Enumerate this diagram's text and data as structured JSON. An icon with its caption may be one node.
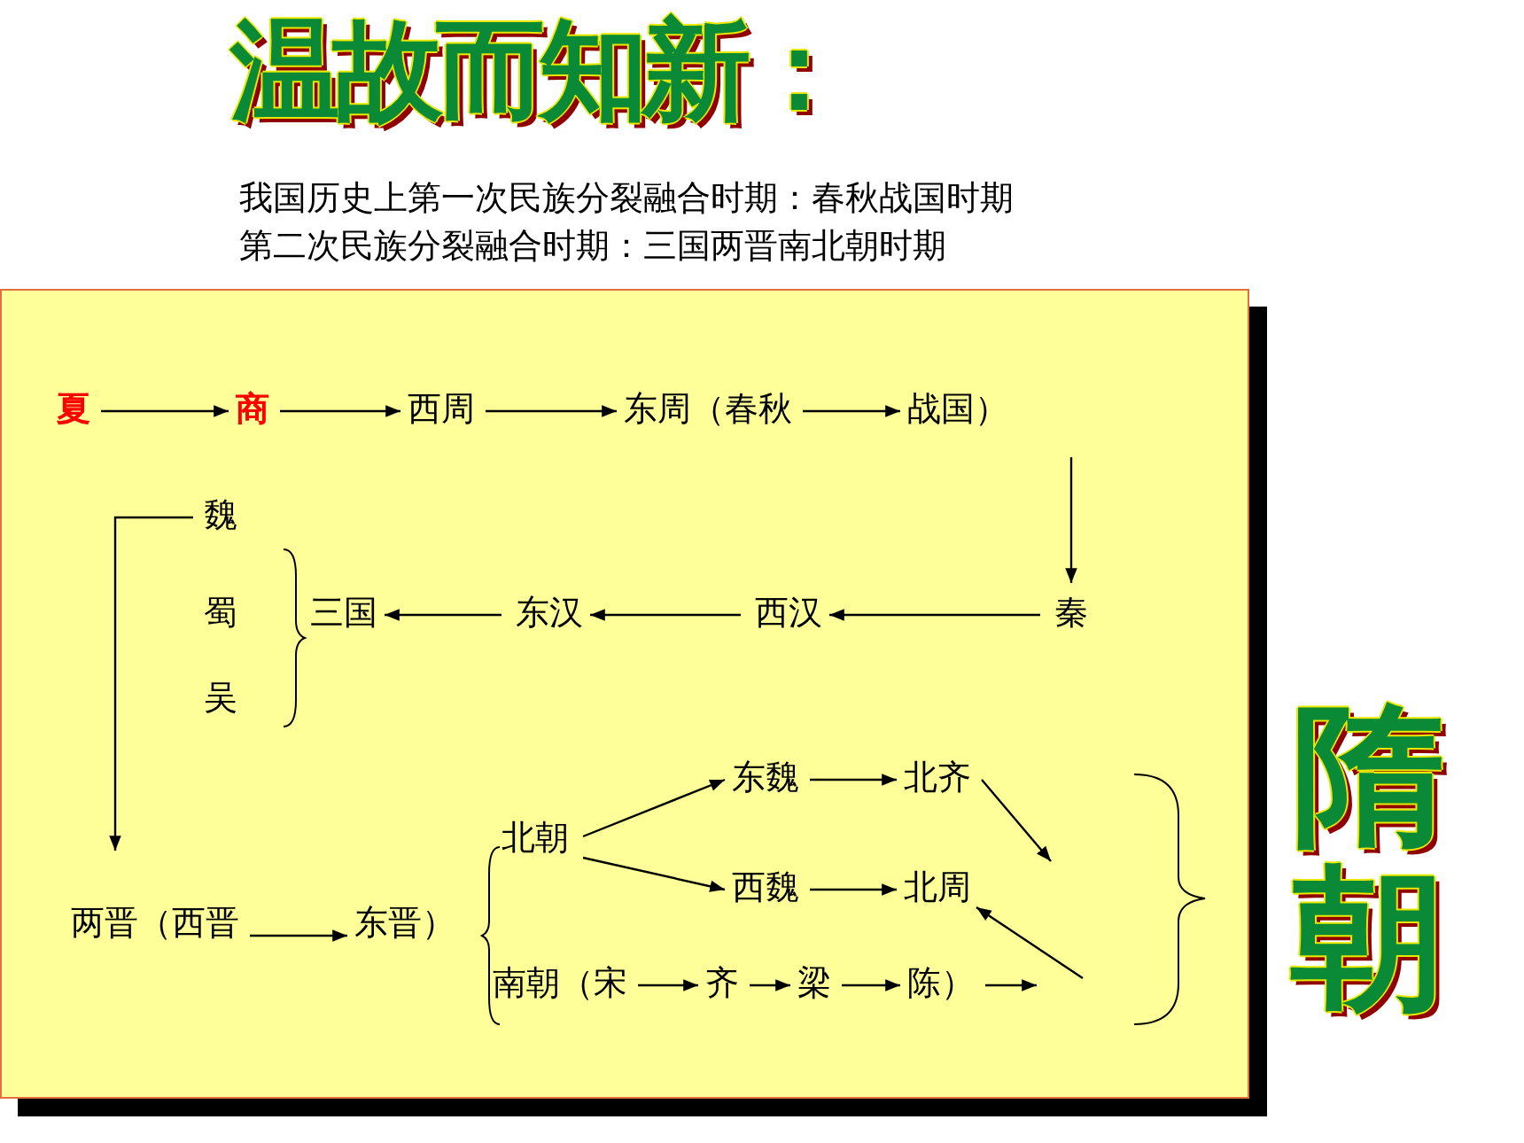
{
  "diagram": {
    "title": "温故而知新：",
    "nodes": [
      {
        "text": [
          "夏"
        ]
      },
      {
        "text": [
          "商"
        ]
      },
      {
        "text": [
          "西周"
        ]
      },
      {
        "text": [
          "东周（春秋"
        ]
      },
      {
        "text": [
          "战国）"
        ]
      },
      {
        "text": [
          "秦"
        ]
      },
      {
        "text": [
          "西汉"
        ]
      },
      {
        "text": [
          "东汉"
        ]
      },
      {
        "text": [
          "三国"
        ]
      },
      {
        "text": [
          "魏"
        ]
      },
      {
        "text": [
          "蜀"
        ]
      },
      {
        "text": [
          "吴"
        ]
      },
      {
        "text": [
          "两晋（西晋"
        ]
      },
      {
        "text": [
          "东晋）"
        ]
      },
      {
        "text": [
          "北朝"
        ]
      },
      {
        "text": [
          "东魏"
        ]
      },
      {
        "text": [
          "北齐"
        ]
      },
      {
        "text": [
          "西魏"
        ]
      },
      {
        "text": [
          "北周"
        ]
      },
      {
        "text": [
          "南朝（宋"
        ]
      },
      {
        "text": [
          "齐"
        ]
      },
      {
        "text": [
          "梁"
        ]
      },
      {
        "text": [
          "陈）"
        ]
      },
      {
        "text": [
          "隋朝"
        ]
      }
    ],
    "edges": [
      {
        "from": 0,
        "to": 1,
        "arrow": "to"
      },
      {
        "from": 1,
        "to": 2,
        "arrow": "to"
      },
      {
        "from": 2,
        "to": 3,
        "arrow": "to"
      },
      {
        "from": 3,
        "to": 4,
        "arrow": "to"
      },
      {
        "from": 4,
        "to": 5,
        "arrow": "to"
      },
      {
        "from": 5,
        "to": 6,
        "arrow": "to"
      },
      {
        "from": 6,
        "to": 7,
        "arrow": "to"
      },
      {
        "from": 7,
        "to": 8,
        "arrow": "to"
      },
      {
        "from": 9,
        "to": 12,
        "arrow": "to"
      },
      {
        "from": 12,
        "to": 13,
        "arrow": "to"
      },
      {
        "from": 14,
        "to": 15,
        "arrow": "to"
      },
      {
        "from": 14,
        "to": 17,
        "arrow": "to"
      },
      {
        "from": 15,
        "to": 16,
        "arrow": "to"
      },
      {
        "from": 17,
        "to": 18,
        "arrow": "to"
      },
      {
        "from": 19,
        "to": 20,
        "arrow": "to"
      },
      {
        "from": 20,
        "to": 21,
        "arrow": "to"
      },
      {
        "from": 21,
        "to": 22,
        "arrow": "to"
      },
      {
        "from": 22,
        "to": null,
        "arrow": "to"
      },
      {
        "from": 16,
        "to": null,
        "arrow": "to"
      },
      {
        "from": null,
        "to": 18,
        "arrow": "to"
      }
    ],
    "labels": [
      "我国历史上第一次民族分裂融合时期：春秋战国时期",
      "第二次民族分裂融合时期：三国两晋南北朝时期"
    ]
  }
}
